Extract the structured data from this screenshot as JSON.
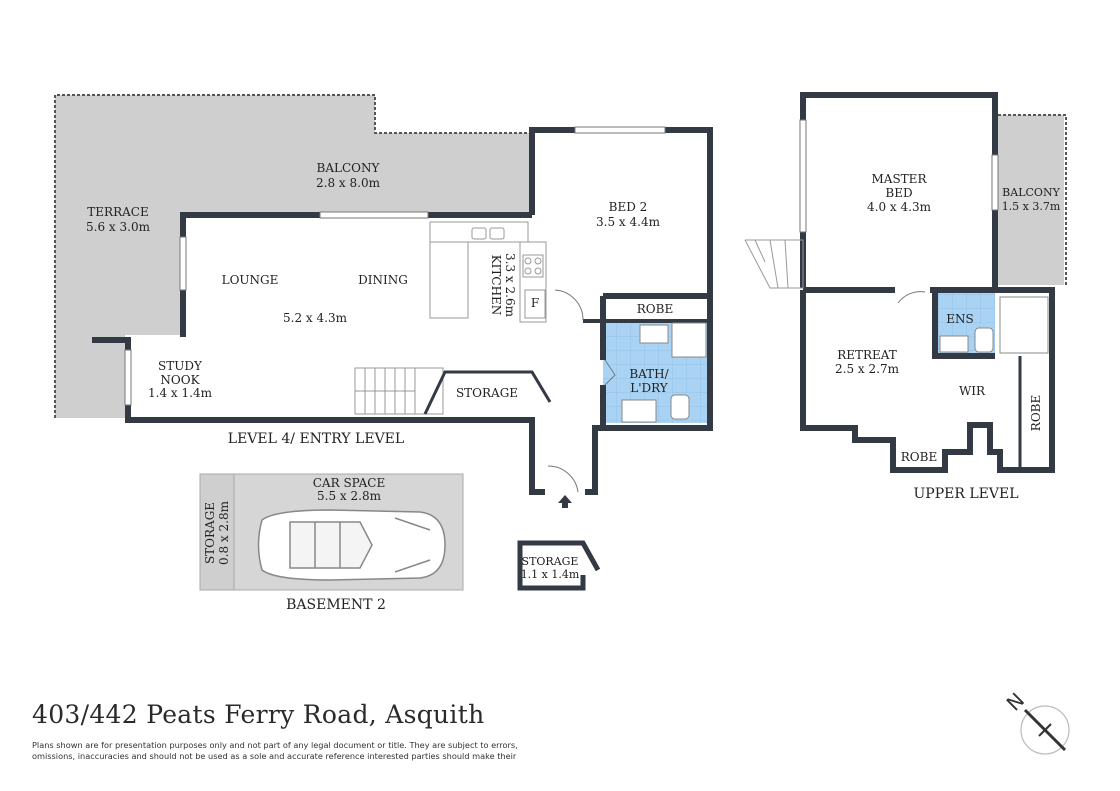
{
  "colors": {
    "wall": "#333a44",
    "outdoor": "#cfcfcf",
    "wet_area": "#a9d2f3",
    "floor": "#ffffff"
  },
  "rooms": {
    "balcony_main": {
      "name": "BALCONY",
      "size": "2.8 x 8.0m"
    },
    "terrace": {
      "name": "TERRACE",
      "size": "5.6 x 3.0m"
    },
    "lounge": {
      "name": "LOUNGE"
    },
    "dining": {
      "name": "DINING"
    },
    "living_size": "5.2 x 4.3m",
    "kitchen": {
      "name": "KITCHEN",
      "size": "3.3 x 2.6m"
    },
    "fridge": "F",
    "bed2": {
      "name": "BED 2",
      "size": "3.5 x 4.4m"
    },
    "robe_bed2": "ROBE",
    "bath": {
      "line1": "BATH/",
      "line2": "L'DRY"
    },
    "study": {
      "line1": "STUDY",
      "line2": "NOOK",
      "size": "1.4 x 1.4m"
    },
    "storage_entry": "STORAGE",
    "master": {
      "line1": "MASTER",
      "line2": "BED",
      "size": "4.0 x 4.3m"
    },
    "balcony_upper": {
      "name": "BALCONY",
      "size": "1.5 x 3.7m"
    },
    "ens": "ENS",
    "retreat": {
      "name": "RETREAT",
      "size": "2.5 x 2.7m"
    },
    "wir": "WIR",
    "robe_upper_1": "ROBE",
    "robe_upper_2": "ROBE",
    "car_space": {
      "name": "CAR SPACE",
      "size": "5.5 x 2.8m"
    },
    "storage_base": {
      "name": "STORAGE",
      "size": "0.8 x 2.8m"
    },
    "storage_small": {
      "name": "STORAGE",
      "size": "1.1 x 1.4m"
    }
  },
  "levels": {
    "entry": "LEVEL 4/ ENTRY LEVEL",
    "upper": "UPPER LEVEL",
    "basement": "BASEMENT 2"
  },
  "address": "403/442 Peats Ferry Road, Asquith",
  "disclaimer": "Plans shown are for presentation purposes only and not part of any legal document or title. They are subject to errors, omissions, inaccuracies and should not be used as a sole and accurate reference interested parties should make their",
  "compass_letter": "N"
}
